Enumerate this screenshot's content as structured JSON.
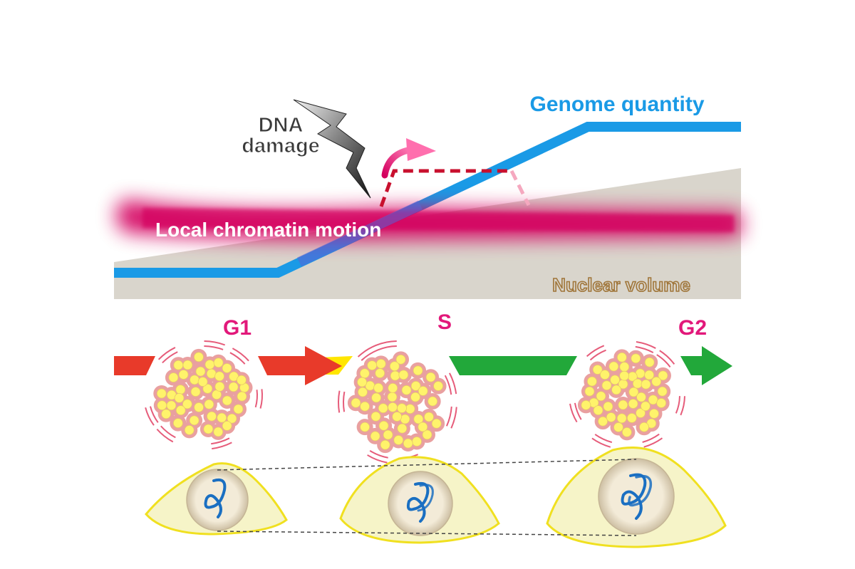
{
  "labels": {
    "dna_damage_line1": "DNA",
    "dna_damage_line2": "damage",
    "genome_quantity": "Genome quantity",
    "local_chromatin_motion": "Local chromatin motion",
    "nuclear_volume": "Nuclear volume"
  },
  "phases": [
    {
      "id": "g1",
      "label": "G1",
      "arrow_color": "#e83a2a"
    },
    {
      "id": "s",
      "label": "S",
      "arrow_color": "#ffe600"
    },
    {
      "id": "g2",
      "label": "G2",
      "arrow_color": "#22a83a"
    }
  ],
  "colors": {
    "genome_line": "#1a9ae6",
    "chromatin_band": "#d4005f",
    "nuclear_volume_fill": "#d9d5cc",
    "nuclear_volume_text": "#a0763a",
    "phase_label": "#e2187a",
    "damage_path": "#c8102e",
    "cell_fill": "#f6f4c8",
    "cell_outline": "#f0e020",
    "nucleosome_fill": "#fff36b",
    "nucleosome_outline": "#e9a0a0",
    "dna_strand": "#1a6fc2"
  },
  "icons": {
    "lightning": "lightning-bolt-icon",
    "motion_increase": "curved-arrow-up-icon"
  }
}
